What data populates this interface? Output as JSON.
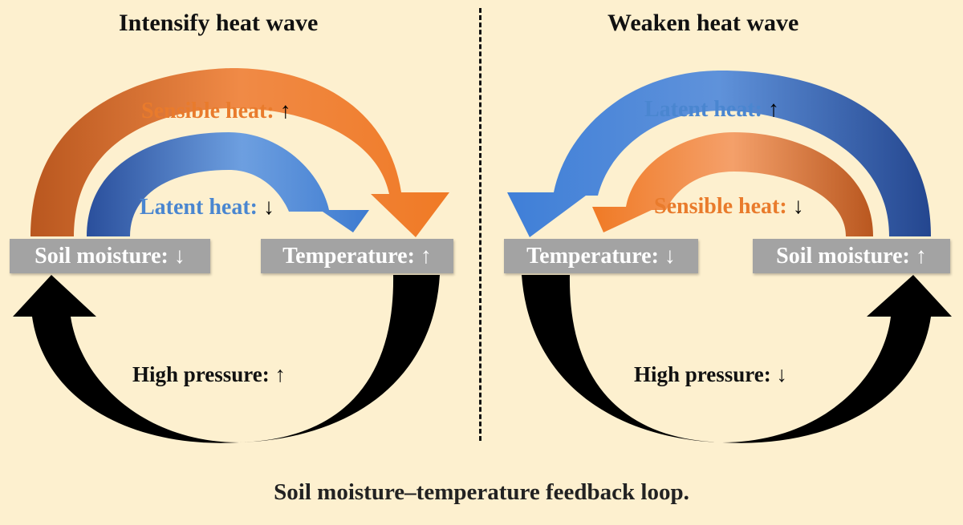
{
  "colors": {
    "background": "#fdf0cf",
    "sensible_heat": "#e97b2c",
    "latent_heat": "#4a86d0",
    "pressure": "#000000",
    "box": "#a3a3a3"
  },
  "left_panel": {
    "title": "Intensify heat wave",
    "box_left": "Soil moisture: ↓",
    "box_right": "Temperature: ↑",
    "outer_flux": {
      "label": "Sensible heat:",
      "arrow": "↑"
    },
    "inner_flux": {
      "label": "Latent heat:",
      "arrow": "↓"
    },
    "pressure": "High pressure: ↑"
  },
  "right_panel": {
    "title": "Weaken heat wave",
    "box_left": "Temperature: ↓",
    "box_right": "Soil moisture: ↑",
    "outer_flux": {
      "label": "Latent heat:",
      "arrow": "↑"
    },
    "inner_flux": {
      "label": "Sensible heat:",
      "arrow": "↓"
    },
    "pressure": "High pressure: ↓"
  },
  "caption": "Soil moisture–temperature feedback loop."
}
